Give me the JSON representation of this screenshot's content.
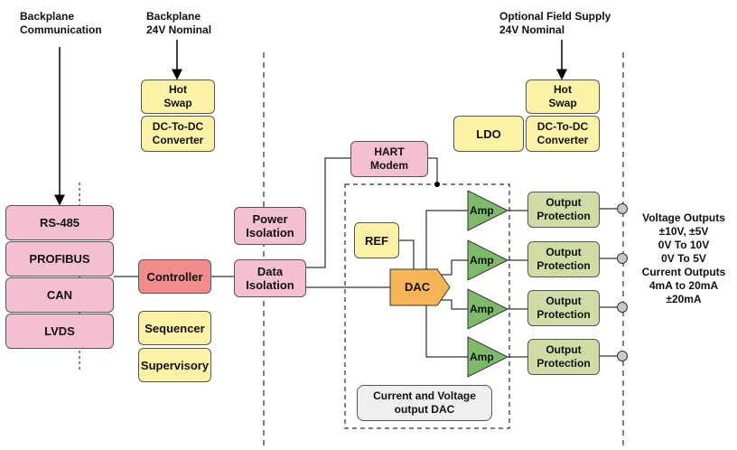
{
  "labels": {
    "backplane_comm": "Backplane\nCommunication",
    "backplane_24v": "Backplane\n24V Nominal",
    "field_supply": "Optional Field Supply\n24V Nominal",
    "outputs": "Voltage Outputs\n±10V, ±5V\n0V To 10V\n0V To 5V\nCurrent Outputs\n4mA to 20mA\n±20mA"
  },
  "blocks": {
    "hot_swap_left": "Hot\nSwap",
    "dcdc_left": "DC-To-DC\nConverter",
    "hot_swap_right": "Hot\nSwap",
    "dcdc_right": "DC-To-DC\nConverter",
    "ldo": "LDO",
    "hart_modem": "HART\nModem",
    "power_isolation": "Power\nIsolation",
    "data_isolation": "Data\nIsolation",
    "controller": "Controller",
    "sequencer": "Sequencer",
    "supervisory": "Supervisory",
    "ref": "REF",
    "dac": "DAC",
    "dac_caption": "Current and Voltage\noutput DAC"
  },
  "interfaces": [
    "RS-485",
    "PROFIBUS",
    "CAN",
    "LVDS"
  ],
  "amps": [
    "Amp",
    "Amp",
    "Amp",
    "Amp"
  ],
  "protection": [
    "Output\nProtection",
    "Output\nProtection",
    "Output\nProtection",
    "Output\nProtection"
  ],
  "colors": {
    "supply": "#fdf3a6",
    "isolation": "#f3bfd1",
    "controller": "#f08c8c",
    "protection": "#cfdca6",
    "amp": "#7dbb6a",
    "dac": "#f7b655"
  }
}
